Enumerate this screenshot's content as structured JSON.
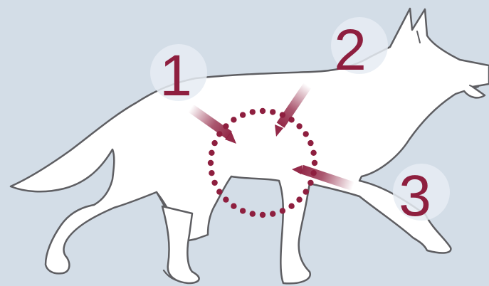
{
  "colors": {
    "background": "#d3dde7",
    "silhouette_fill": "#ffffff",
    "silhouette_stroke": "#5e5e62",
    "accent": "#8e1f3f",
    "marker_circle": "#e6ecf3"
  },
  "markers": [
    {
      "label": "1",
      "icon": "number-marker-icon"
    },
    {
      "label": "2",
      "icon": "number-marker-icon"
    },
    {
      "label": "3",
      "icon": "number-marker-icon"
    }
  ],
  "arrows": [
    {
      "from_marker": "1",
      "icon": "arrow-icon"
    },
    {
      "from_marker": "2",
      "icon": "arrow-icon"
    },
    {
      "from_marker": "3",
      "icon": "arrow-icon"
    }
  ],
  "center_target": {
    "icon": "dotted-circle-icon"
  }
}
